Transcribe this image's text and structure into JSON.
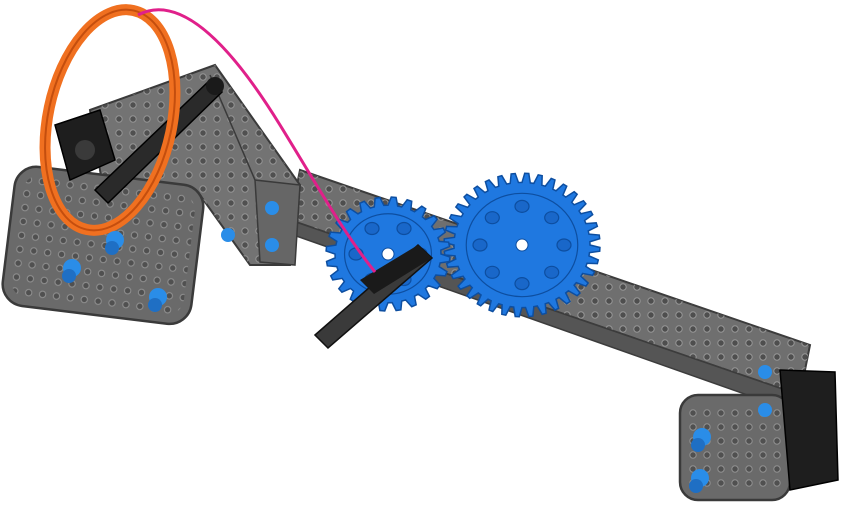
{
  "diagram": {
    "parts": [
      {
        "part": "frame-beam",
        "color": "#6f6f6f"
      },
      {
        "part": "left-frame-plate",
        "color": "#6a6a6a"
      },
      {
        "part": "right-frame-plate",
        "color": "#6a6a6a"
      },
      {
        "part": "upright-beam",
        "color": "#707070"
      },
      {
        "part": "small-gear",
        "color": "#1f78e0",
        "teeth": 24
      },
      {
        "part": "large-gear",
        "color": "#1f78e0",
        "teeth": 36
      },
      {
        "part": "drive-axle",
        "color": "#3a3a3a"
      },
      {
        "part": "top-axle",
        "color": "#2a2a2a"
      },
      {
        "part": "orange-ring",
        "color": "#f07020"
      },
      {
        "part": "string",
        "color": "#e0208a"
      },
      {
        "part": "pin",
        "color": "#2a8de8"
      },
      {
        "part": "black-connector",
        "color": "#1e1e1e"
      }
    ]
  }
}
